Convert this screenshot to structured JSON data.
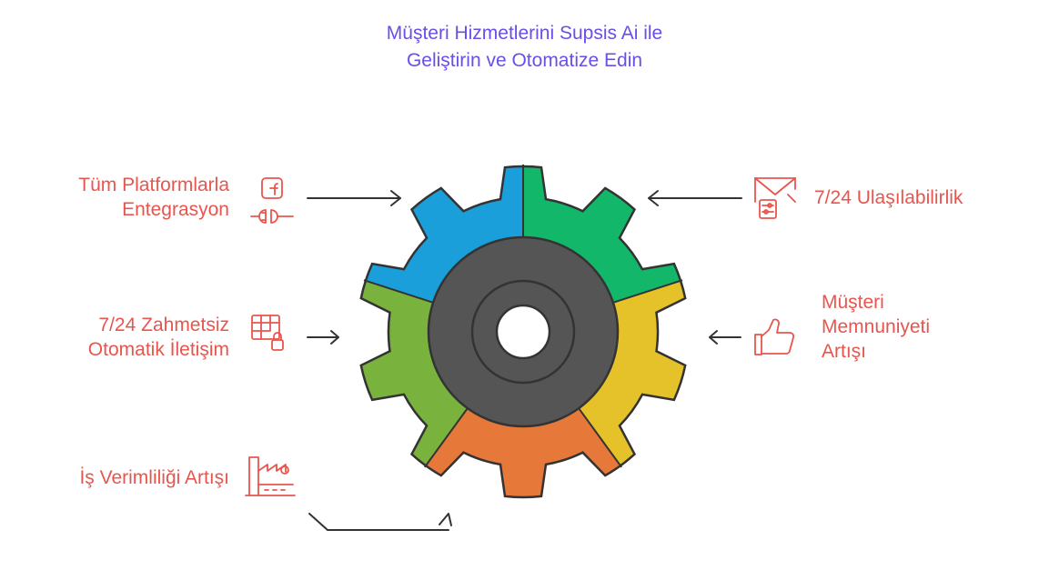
{
  "title": {
    "line1": "Müşteri Hizmetlerini Supsis Ai ile",
    "line2": "Geliştirin ve Otomatize Edin"
  },
  "labels": {
    "platforms": [
      "Tüm Platformlarla",
      "Entegrasyon"
    ],
    "communication": [
      "7/24 Zahmetsiz",
      "Otomatik İletişim"
    ],
    "efficiency": [
      "İş Verimliliği Artışı"
    ],
    "availability": [
      "7/24 Ulaşılabilirlik"
    ],
    "satisfaction": [
      "Müşteri",
      "Memnuniyeti",
      "Artışı"
    ]
  },
  "icons": {
    "platforms": "facebook-plug-icon",
    "communication": "table-lock-icon",
    "efficiency": "factory-icon",
    "availability": "mail-settings-icon",
    "satisfaction": "thumbs-up-icon"
  },
  "colors": {
    "title": "#6B4EE6",
    "label": "#E8554E",
    "segment_top_left": "#1A9FDB",
    "segment_top_right": "#12B76A",
    "segment_right": "#E5C12A",
    "segment_bottom": "#E6793A",
    "segment_left": "#79B23C",
    "hub": "#555555",
    "outline": "#333333"
  }
}
